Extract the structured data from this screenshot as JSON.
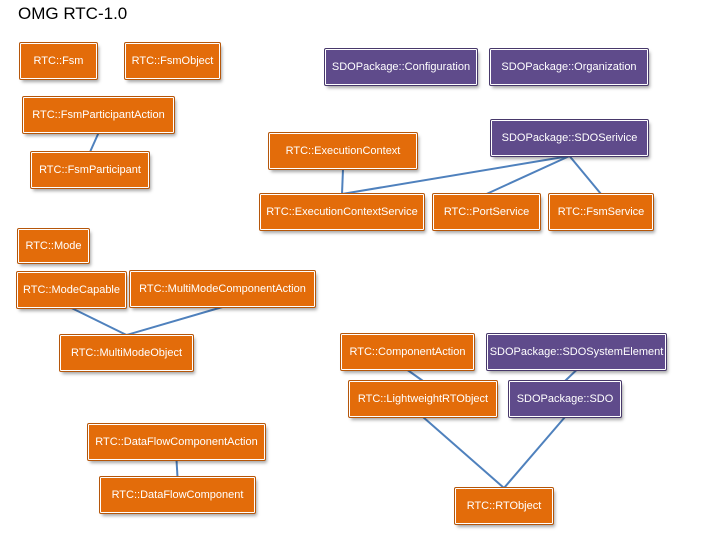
{
  "title": "OMG RTC-1.0",
  "colors": {
    "orange": "#E36C0A",
    "purple": "#5F4B8B",
    "line": "#4F81BD"
  },
  "nodes": {
    "fsm": {
      "label": "RTC::Fsm",
      "kind": "orange"
    },
    "fsm_object": {
      "label": "RTC::FsmObject",
      "kind": "orange"
    },
    "sdo_configuration": {
      "label": "SDOPackage::Configuration",
      "kind": "purple"
    },
    "sdo_organization": {
      "label": "SDOPackage::Organization",
      "kind": "purple"
    },
    "fsm_participant_action": {
      "label": "RTC::FsmParticipantAction",
      "kind": "orange"
    },
    "fsm_participant": {
      "label": "RTC::FsmParticipant",
      "kind": "orange"
    },
    "execution_context": {
      "label": "RTC::ExecutionContext",
      "kind": "orange"
    },
    "sdo_service": {
      "label": "SDOPackage::SDOSerivice",
      "kind": "purple"
    },
    "execution_context_service": {
      "label": "RTC::ExecutionContextService",
      "kind": "orange"
    },
    "port_service": {
      "label": "RTC::PortService",
      "kind": "orange"
    },
    "fsm_service": {
      "label": "RTC::FsmService",
      "kind": "orange"
    },
    "mode": {
      "label": "RTC::Mode",
      "kind": "orange"
    },
    "mode_capable": {
      "label": "RTC::ModeCapable",
      "kind": "orange"
    },
    "multi_mode_component_action": {
      "label": "RTC::MultiModeComponentAction",
      "kind": "orange"
    },
    "multi_mode_object": {
      "label": "RTC::MultiModeObject",
      "kind": "orange"
    },
    "component_action": {
      "label": "RTC::ComponentAction",
      "kind": "orange"
    },
    "sdo_system_element": {
      "label": "SDOPackage::SDOSystemElement",
      "kind": "purple"
    },
    "lightweight_rt_object": {
      "label": "RTC::LightweightRTObject",
      "kind": "orange"
    },
    "sdo": {
      "label": "SDOPackage::SDO",
      "kind": "purple"
    },
    "data_flow_component_action": {
      "label": "RTC::DataFlowComponentAction",
      "kind": "orange"
    },
    "data_flow_component": {
      "label": "RTC::DataFlowComponent",
      "kind": "orange"
    },
    "rt_object": {
      "label": "RTC::RTObject",
      "kind": "orange"
    }
  },
  "edges": [
    {
      "from": "fsm_participant_action",
      "to": "fsm_participant"
    },
    {
      "from": "execution_context",
      "to": "execution_context_service"
    },
    {
      "from": "sdo_service",
      "to": "execution_context_service"
    },
    {
      "from": "sdo_service",
      "to": "port_service"
    },
    {
      "from": "sdo_service",
      "to": "fsm_service"
    },
    {
      "from": "mode_capable",
      "to": "multi_mode_object"
    },
    {
      "from": "multi_mode_component_action",
      "to": "multi_mode_object"
    },
    {
      "from": "component_action",
      "to": "lightweight_rt_object"
    },
    {
      "from": "sdo_system_element",
      "to": "sdo"
    },
    {
      "from": "lightweight_rt_object",
      "to": "rt_object"
    },
    {
      "from": "sdo",
      "to": "rt_object"
    },
    {
      "from": "data_flow_component_action",
      "to": "data_flow_component"
    }
  ]
}
